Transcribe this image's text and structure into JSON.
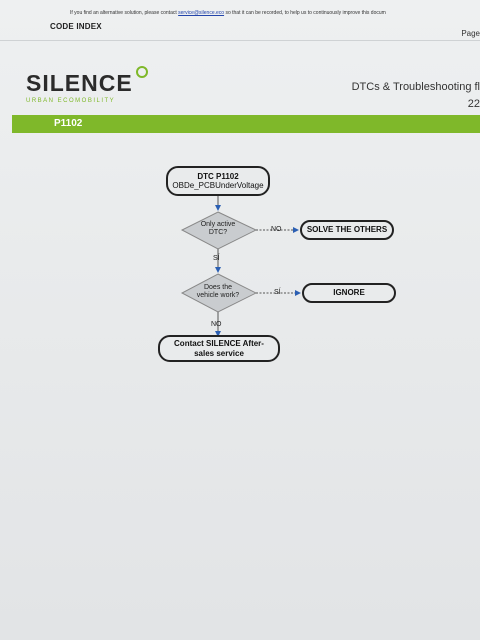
{
  "header": {
    "notice_text": "If you find an alternative solution, please contact ",
    "notice_link": "service@silence.eco",
    "notice_rest": " so that it can be recorded, to help us to continuously improve this docum",
    "code_index": "CODE INDEX",
    "page_label": "Page",
    "doc_title": "DTCs & Troubleshooting fl",
    "doc_number": "22"
  },
  "logo": {
    "word": "SILENCE",
    "tagline": "URBAN ECOMOBILITY"
  },
  "section": {
    "code": "P1102"
  },
  "flowchart": {
    "start": {
      "line1": "DTC P1102",
      "line2": "OBDe_PCBUnderVoltage"
    },
    "decision1": {
      "line1": "Only active",
      "line2": "DTC?"
    },
    "decision2": {
      "line1": "Does the",
      "line2": "vehicle work?"
    },
    "edge_no_1": "NO",
    "edge_si_1": "SÍ",
    "edge_si_2": "SÍ",
    "edge_no_2": "NO",
    "solve": "SOLVE THE OTHERS",
    "ignore": "IGNORE",
    "contact": {
      "line1": "Contact SILENCE After-",
      "line2": "sales service"
    }
  },
  "colors": {
    "accent_green": "#7fb82a",
    "arrow_blue": "#2b5fb3"
  }
}
